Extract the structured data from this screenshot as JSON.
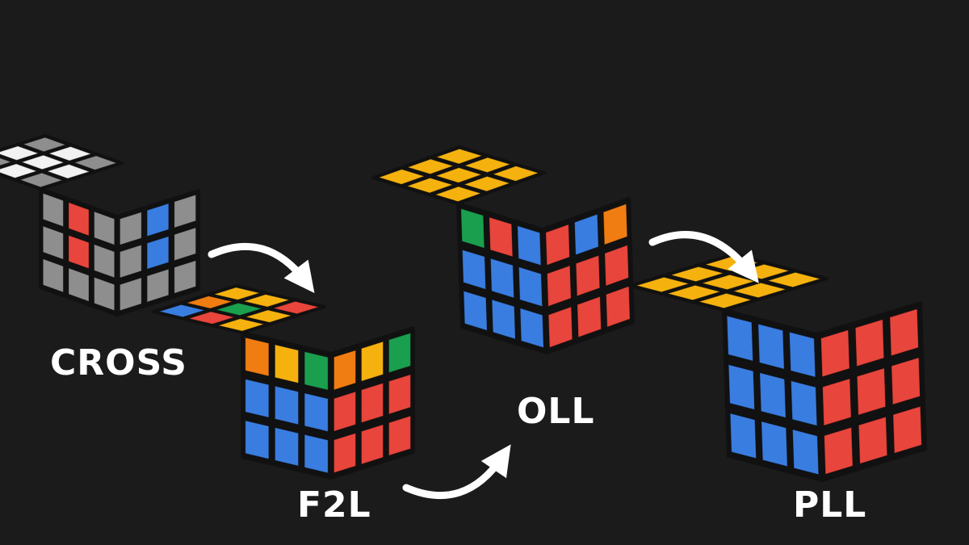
{
  "colors": {
    "background": "#1b1b1b",
    "cube_body": "#111111",
    "white": "#f2f2f2",
    "gray": "#8e8e8e",
    "yellow": "#f5b20f",
    "red": "#e8453c",
    "blue": "#3a7de0",
    "green": "#1a9f4f",
    "orange": "#f07d12",
    "arrow": "#ffffff",
    "label": "#ffffff"
  },
  "stages": [
    {
      "id": "cross",
      "label": "CROSS",
      "faces": {
        "top": [
          [
            "gray",
            "white",
            "gray"
          ],
          [
            "white",
            "white",
            "white"
          ],
          [
            "gray",
            "white",
            "gray"
          ]
        ],
        "left": [
          [
            "gray",
            "red",
            "gray"
          ],
          [
            "gray",
            "red",
            "gray"
          ],
          [
            "gray",
            "gray",
            "gray"
          ]
        ],
        "right": [
          [
            "gray",
            "blue",
            "gray"
          ],
          [
            "gray",
            "blue",
            "gray"
          ],
          [
            "gray",
            "gray",
            "gray"
          ]
        ]
      }
    },
    {
      "id": "f2l",
      "label": "F2L",
      "faces": {
        "top": [
          [
            "blue",
            "orange",
            "yellow"
          ],
          [
            "red",
            "green",
            "yellow"
          ],
          [
            "yellow",
            "yellow",
            "red"
          ]
        ],
        "left": [
          [
            "orange",
            "yellow",
            "green"
          ],
          [
            "blue",
            "blue",
            "blue"
          ],
          [
            "blue",
            "blue",
            "blue"
          ]
        ],
        "right": [
          [
            "orange",
            "yellow",
            "green"
          ],
          [
            "red",
            "red",
            "red"
          ],
          [
            "red",
            "red",
            "red"
          ]
        ]
      }
    },
    {
      "id": "oll",
      "label": "OLL",
      "faces": {
        "top": [
          [
            "yellow",
            "yellow",
            "yellow"
          ],
          [
            "yellow",
            "yellow",
            "yellow"
          ],
          [
            "yellow",
            "yellow",
            "yellow"
          ]
        ],
        "left": [
          [
            "green",
            "red",
            "blue"
          ],
          [
            "blue",
            "blue",
            "blue"
          ],
          [
            "blue",
            "blue",
            "blue"
          ]
        ],
        "right": [
          [
            "red",
            "blue",
            "orange"
          ],
          [
            "red",
            "red",
            "red"
          ],
          [
            "red",
            "red",
            "red"
          ]
        ]
      }
    },
    {
      "id": "pll",
      "label": "PLL",
      "faces": {
        "top": [
          [
            "yellow",
            "yellow",
            "yellow"
          ],
          [
            "yellow",
            "yellow",
            "yellow"
          ],
          [
            "yellow",
            "yellow",
            "yellow"
          ]
        ],
        "left": [
          [
            "blue",
            "blue",
            "blue"
          ],
          [
            "blue",
            "blue",
            "blue"
          ],
          [
            "blue",
            "blue",
            "blue"
          ]
        ],
        "right": [
          [
            "red",
            "red",
            "red"
          ],
          [
            "red",
            "red",
            "red"
          ],
          [
            "red",
            "red",
            "red"
          ]
        ]
      }
    }
  ]
}
